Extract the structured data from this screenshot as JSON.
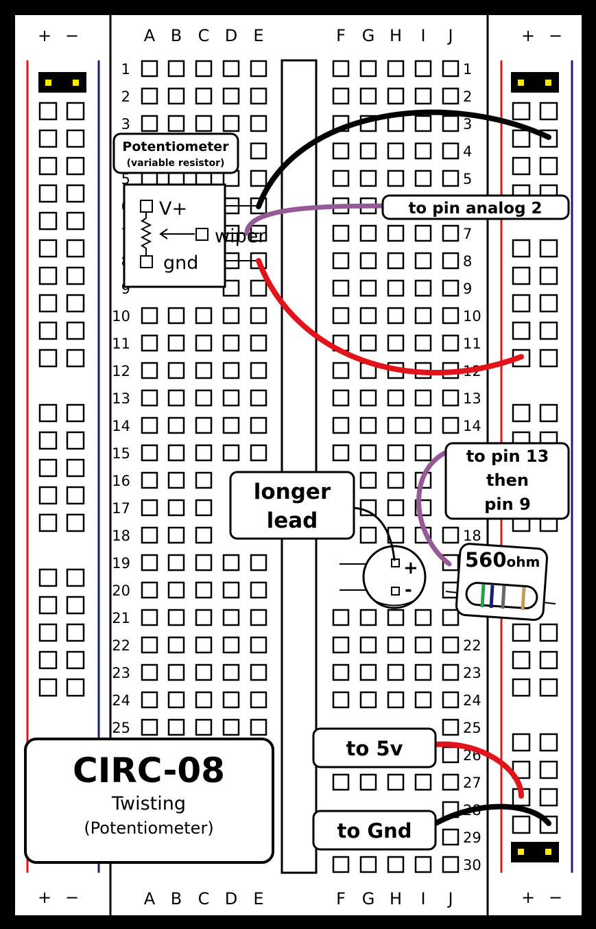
{
  "columns_left": [
    "A",
    "B",
    "C",
    "D",
    "E"
  ],
  "columns_right": [
    "F",
    "G",
    "H",
    "I",
    "J"
  ],
  "rail_labels": {
    "plus": "+",
    "minus": "−"
  },
  "rows": 30,
  "potentiometer": {
    "title": "Potentiometer",
    "subtitle": "(variable resistor)",
    "pin_vplus": "V+",
    "pin_wiper": "wiper",
    "pin_gnd": "gnd"
  },
  "labels": {
    "analog": "to pin analog 2",
    "pin13_line1": "to pin 13",
    "pin13_line2": "then",
    "pin13_line3": "pin 9",
    "longer_lead_line1": "longer",
    "longer_lead_line2": "lead",
    "resistor_value": "560",
    "resistor_unit": "ohm",
    "to_5v": "to 5v",
    "to_gnd": "to Gnd",
    "led_plus": "+",
    "led_minus": "-"
  },
  "title_box": {
    "title": "CIRC-08",
    "subtitle": "Twisting",
    "subtitle2": "(Potentiometer)"
  },
  "colors": {
    "wire_black": "#000000",
    "wire_red": "#e0141a",
    "wire_purple": "#955a96",
    "rail_red": "#e0141a",
    "rail_blue": "#1c1e7a",
    "rail_marker": "#ffea00"
  }
}
